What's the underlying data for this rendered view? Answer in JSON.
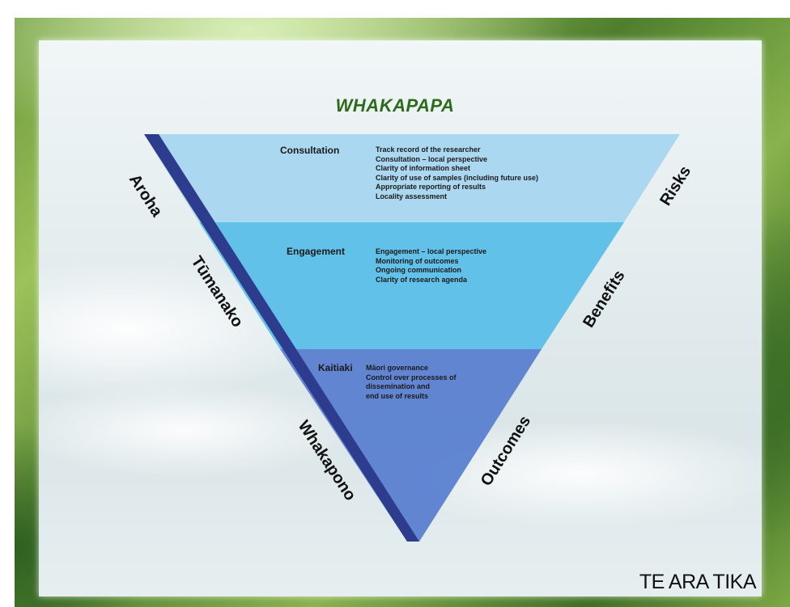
{
  "title": "WHAKAPAPA",
  "brand": "TE ARA TIKA",
  "colors": {
    "layer_top": "#a6d6f0",
    "layer_mid": "#58bde8",
    "layer_bottom": "#5a7fd0",
    "edge": "#2e3c8e",
    "title": "#2f6a1c"
  },
  "left_side_labels": [
    "Aroha",
    "Tūmanako",
    "Whakapono"
  ],
  "right_side_labels": [
    "Risks",
    "Benefits",
    "Outcomes"
  ],
  "layers": [
    {
      "name": "Consultation",
      "items": [
        "Track record of the researcher",
        "Consultation – local perspective",
        "Clarity of information sheet",
        "Clarity of use of samples (including future use)",
        "Appropriate reporting of results",
        "Locality assessment"
      ]
    },
    {
      "name": "Engagement",
      "items": [
        "Engagement – local perspective",
        "Monitoring of outcomes",
        "Ongoing communication",
        "Clarity of research agenda"
      ]
    },
    {
      "name": "Kaitiaki",
      "items": [
        "Māori governance",
        "Control over processes of",
        "dissemination and",
        "end use of results"
      ]
    }
  ]
}
